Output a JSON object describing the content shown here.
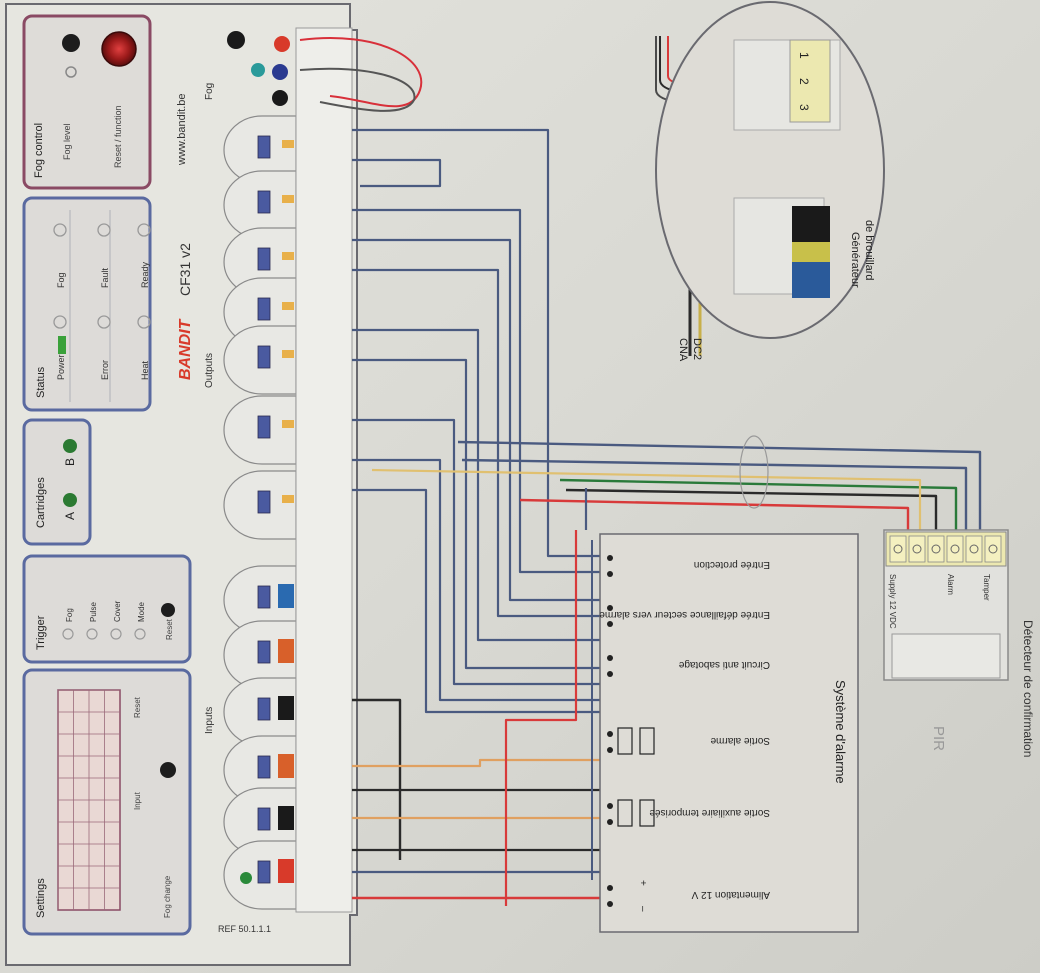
{
  "controller": {
    "brand": "BANDIT",
    "model": "CF31 v2",
    "website": "www.bandit.be",
    "ref": "REF 50.1.1.1",
    "fog_control": {
      "title": "Fog control",
      "fog_level": "Fog level",
      "reset": "Reset / function"
    },
    "status": {
      "title": "Status",
      "items": [
        "Power",
        "Fog",
        "Error",
        "Fault",
        "Heat",
        "Ready"
      ]
    },
    "cartridges": {
      "title": "Cartridges",
      "items": [
        "A",
        "B"
      ]
    },
    "trigger": {
      "title": "Trigger",
      "items": [
        "Fog",
        "Pulse",
        "Cover",
        "Mode"
      ],
      "button": "Reset"
    },
    "settings": {
      "title": "Settings",
      "left_label": "Input",
      "right_label": "Reset",
      "footer": "Fog change",
      "button": "Reset"
    },
    "group_labels": {
      "fog": "Fog",
      "outputs": "Outputs",
      "inputs": "Inputs"
    }
  },
  "fog_generator": {
    "label_line1": "Générateur",
    "label_line2": "de brouillard",
    "terminals": [
      "1",
      "2",
      "3"
    ],
    "power": [
      "CNA",
      "DC2"
    ]
  },
  "alarm_system": {
    "title": "Système d'alarme",
    "items": [
      "Entrée protection",
      "Entrée défaillance secteur vers alarme",
      "Circuit anti sabotage",
      "Sortie alarme",
      "Sortie auxiliaire temporisée",
      "Alimentation 12 V"
    ],
    "power_markers": [
      "+",
      "–"
    ]
  },
  "pir": {
    "label": "PIR",
    "caption": "Détecteur de confirmation",
    "terminals": [
      "Supply 12 VDC",
      "Alarm",
      "Tamper"
    ]
  }
}
